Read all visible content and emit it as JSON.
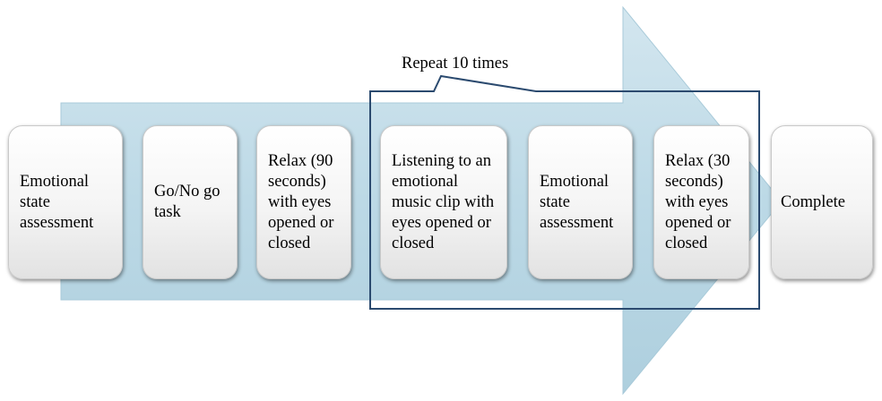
{
  "diagram": {
    "repeat_label": "Repeat 10 times",
    "steps": [
      {
        "label": "Emotional state assessment"
      },
      {
        "label": "Go/No go task"
      },
      {
        "label": "Relax (90 seconds) with eyes opened or closed"
      },
      {
        "label": "Listening to an emotional music clip with eyes opened or closed"
      },
      {
        "label": "Emotional state assessment"
      },
      {
        "label": "Relax (30 seconds) with eyes opened or closed"
      },
      {
        "label": "Complete"
      }
    ],
    "colors": {
      "arrow_fill": "#bcd9e6",
      "arrow_edge": "#a8cad9",
      "repeat_box_stroke": "#2b4a6f"
    }
  }
}
